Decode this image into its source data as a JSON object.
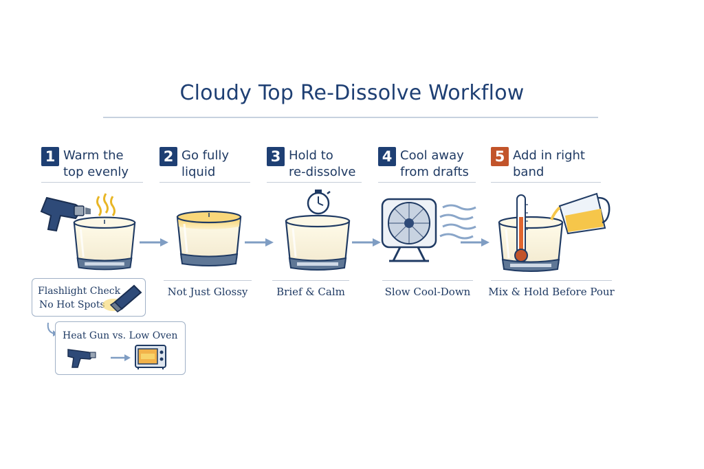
{
  "title": "Cloudy Top Re-Dissolve Workflow",
  "colors": {
    "navy": "#1e3f73",
    "accent_orange": "#c2542a",
    "wax": "#fbf5dc",
    "arrow": "#7f9dc3"
  },
  "steps": [
    {
      "number": "1",
      "line1": "Warm the",
      "line2": "top evenly",
      "caption": "",
      "badge_color": "#1e3f73",
      "icon": "heat-gun-candle-icon"
    },
    {
      "number": "2",
      "line1": "Go fully",
      "line2": "liquid",
      "caption": "Not Just Glossy",
      "badge_color": "#1e3f73",
      "icon": "melted-candle-icon"
    },
    {
      "number": "3",
      "line1": "Hold to",
      "line2": "re-dissolve",
      "caption": "Brief & Calm",
      "badge_color": "#1e3f73",
      "icon": "stopwatch-candle-icon"
    },
    {
      "number": "4",
      "line1": "Cool away",
      "line2": "from drafts",
      "caption": "Slow Cool-Down",
      "badge_color": "#1e3f73",
      "icon": "fan-icon"
    },
    {
      "number": "5",
      "line1": "Add in right",
      "line2": "band",
      "caption": "Mix & Hold Before Pour",
      "badge_color": "#c2542a",
      "icon": "thermometer-pour-icon"
    }
  ],
  "flashlight_check": {
    "line1": "Flashlight Check",
    "line2": "No Hot Spots"
  },
  "heat_options": {
    "label": "Heat Gun vs. Low Oven"
  }
}
